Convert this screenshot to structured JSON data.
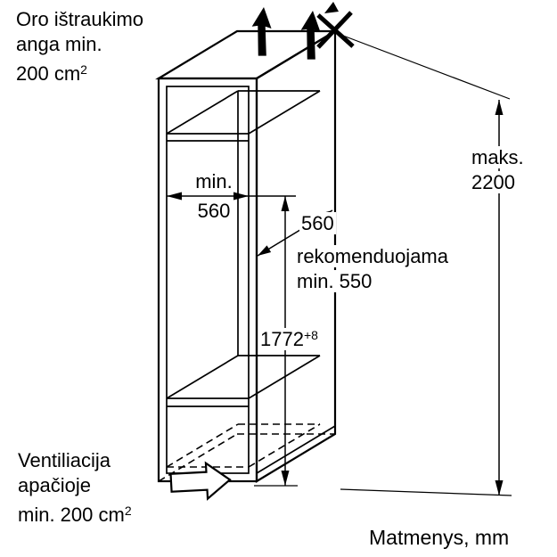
{
  "annotations": {
    "air_extraction": {
      "line1": "Oro ištraukimo",
      "line2": "anga min.",
      "value": "200 cm",
      "value_sup": "2"
    },
    "niche_width": {
      "label": "min.",
      "value": "560"
    },
    "depth": {
      "value": "560",
      "note_line1": "rekomenduojama",
      "note_line2": "min. 550"
    },
    "niche_height": {
      "value": "1772",
      "tolerance": "+8"
    },
    "overall_height": {
      "label": "maks.",
      "value": "2200"
    },
    "ventilation": {
      "line1": "Ventiliacija",
      "line2": "apačioje",
      "value": "min. 200 cm",
      "value_sup": "2"
    },
    "units_note": "Matmenys, mm"
  },
  "colors": {
    "line": "#000000",
    "background": "#ffffff"
  }
}
